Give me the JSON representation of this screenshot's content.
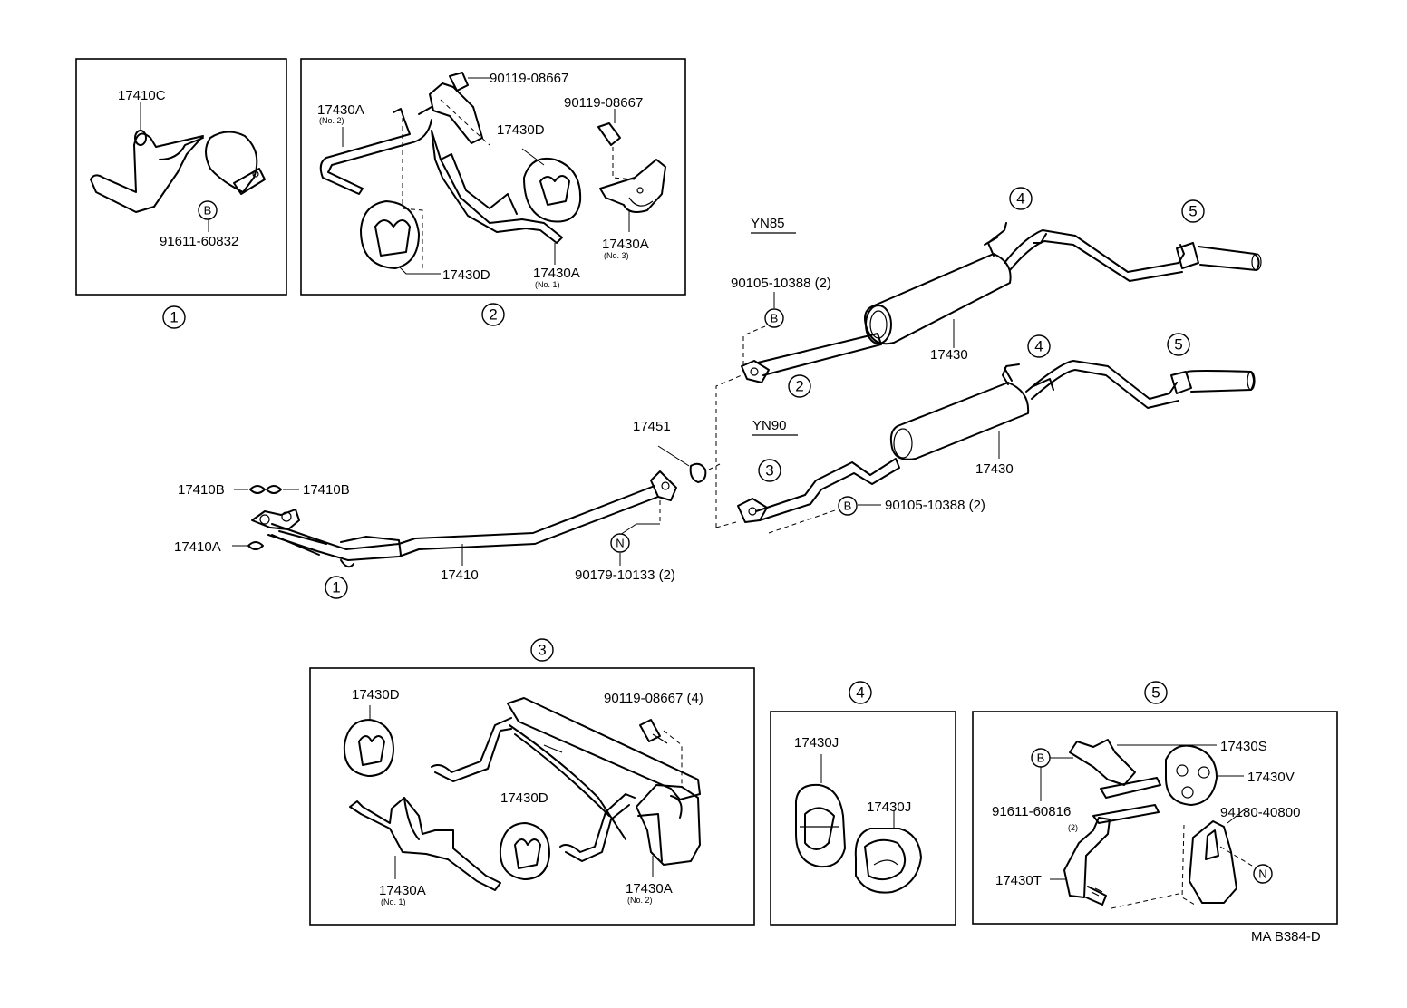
{
  "callouts": {
    "c1": "1",
    "c2": "2",
    "c3": "3",
    "c4": "4",
    "c5": "5"
  },
  "letters": {
    "b": "B",
    "n": "N"
  },
  "models": {
    "yn85": "YN85",
    "yn90": "YN90"
  },
  "labels": {
    "p17410C": "17410C",
    "p91611_60832": "91611-60832",
    "p90119_08667_a": "90119-08667",
    "p90119_08667_b": "90119-08667",
    "p17430A_no2": "17430A",
    "no2": "(No. 2)",
    "p17430D_a": "17430D",
    "p17430D_b": "17430D",
    "p17430A_no1": "17430A",
    "no1": "(No. 1)",
    "p17430A_no3": "17430A",
    "no3": "(No. 3)",
    "p90105_10388_a": "90105-10388 (2)",
    "p17430_a": "17430",
    "p17430_b": "17430",
    "p90105_10388_b": "90105-10388 (2)",
    "p17451": "17451",
    "p17410B_a": "17410B",
    "p17410B_b": "17410B",
    "p17410A": "17410A",
    "p17410": "17410",
    "p90179_10133": "90179-10133 (2)",
    "b3_17430D_a": "17430D",
    "b3_90119": "90119-08667 (4)",
    "b3_17430D_b": "17430D",
    "b3_17430A_1": "17430A",
    "b3_no1": "(No. 1)",
    "b3_17430A_2": "17430A",
    "b3_no2": "(No. 2)",
    "b4_17430J_a": "17430J",
    "b4_17430J_b": "17430J",
    "b5_17430S": "17430S",
    "b5_17430V": "17430V",
    "b5_91611_60816": "91611-60816",
    "b5_qty2": "(2)",
    "b5_94180_40800": "94180-40800",
    "b5_17430T": "17430T",
    "code": "MA  B384-D"
  }
}
